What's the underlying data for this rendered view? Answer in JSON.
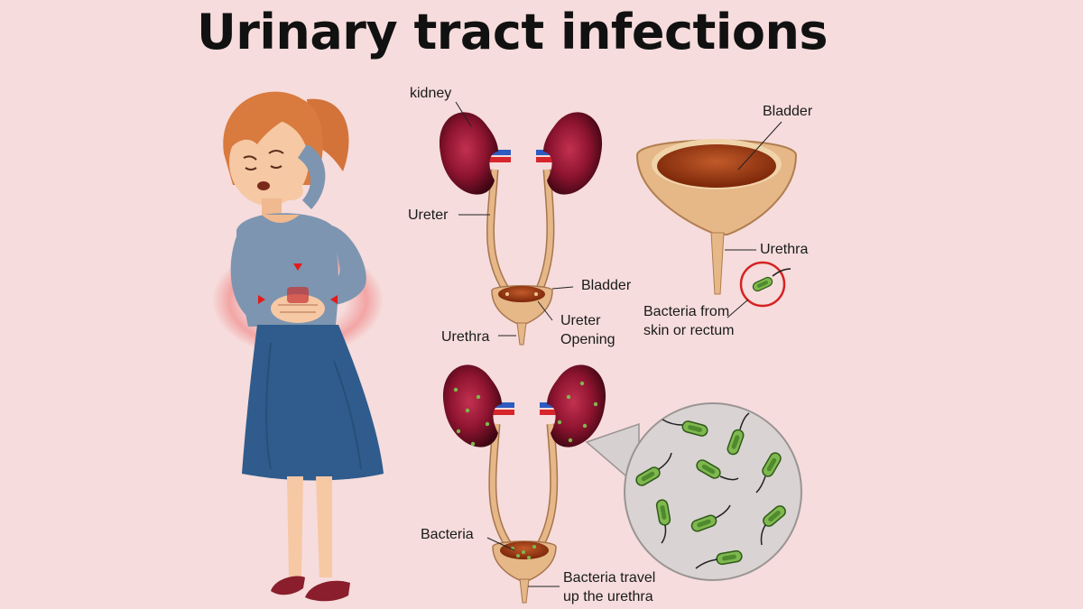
{
  "title": "Urinary tract infections",
  "labels": {
    "kidney": "kidney",
    "ureter": "Ureter",
    "bladder_small": "Bladder",
    "urethra_small": "Urethra",
    "ureter_opening_1": "Ureter",
    "ureter_opening_2": "Opening",
    "bladder_large": "Bladder",
    "urethra_large": "Urethra",
    "bacteria_from_1": "Bacteria from",
    "bacteria_from_2": "skin or rectum",
    "bacteria": "Bacteria",
    "bacteria_travel_1": "Bacteria travel",
    "bacteria_travel_2": "up the urethra"
  },
  "colors": {
    "background": "#f6dcdc",
    "kidney": "#8e1430",
    "bladder_fill": "#a8401c",
    "tube": "#e6b787",
    "bacteria": "#7fb84f",
    "pain": "#e21b1b"
  }
}
